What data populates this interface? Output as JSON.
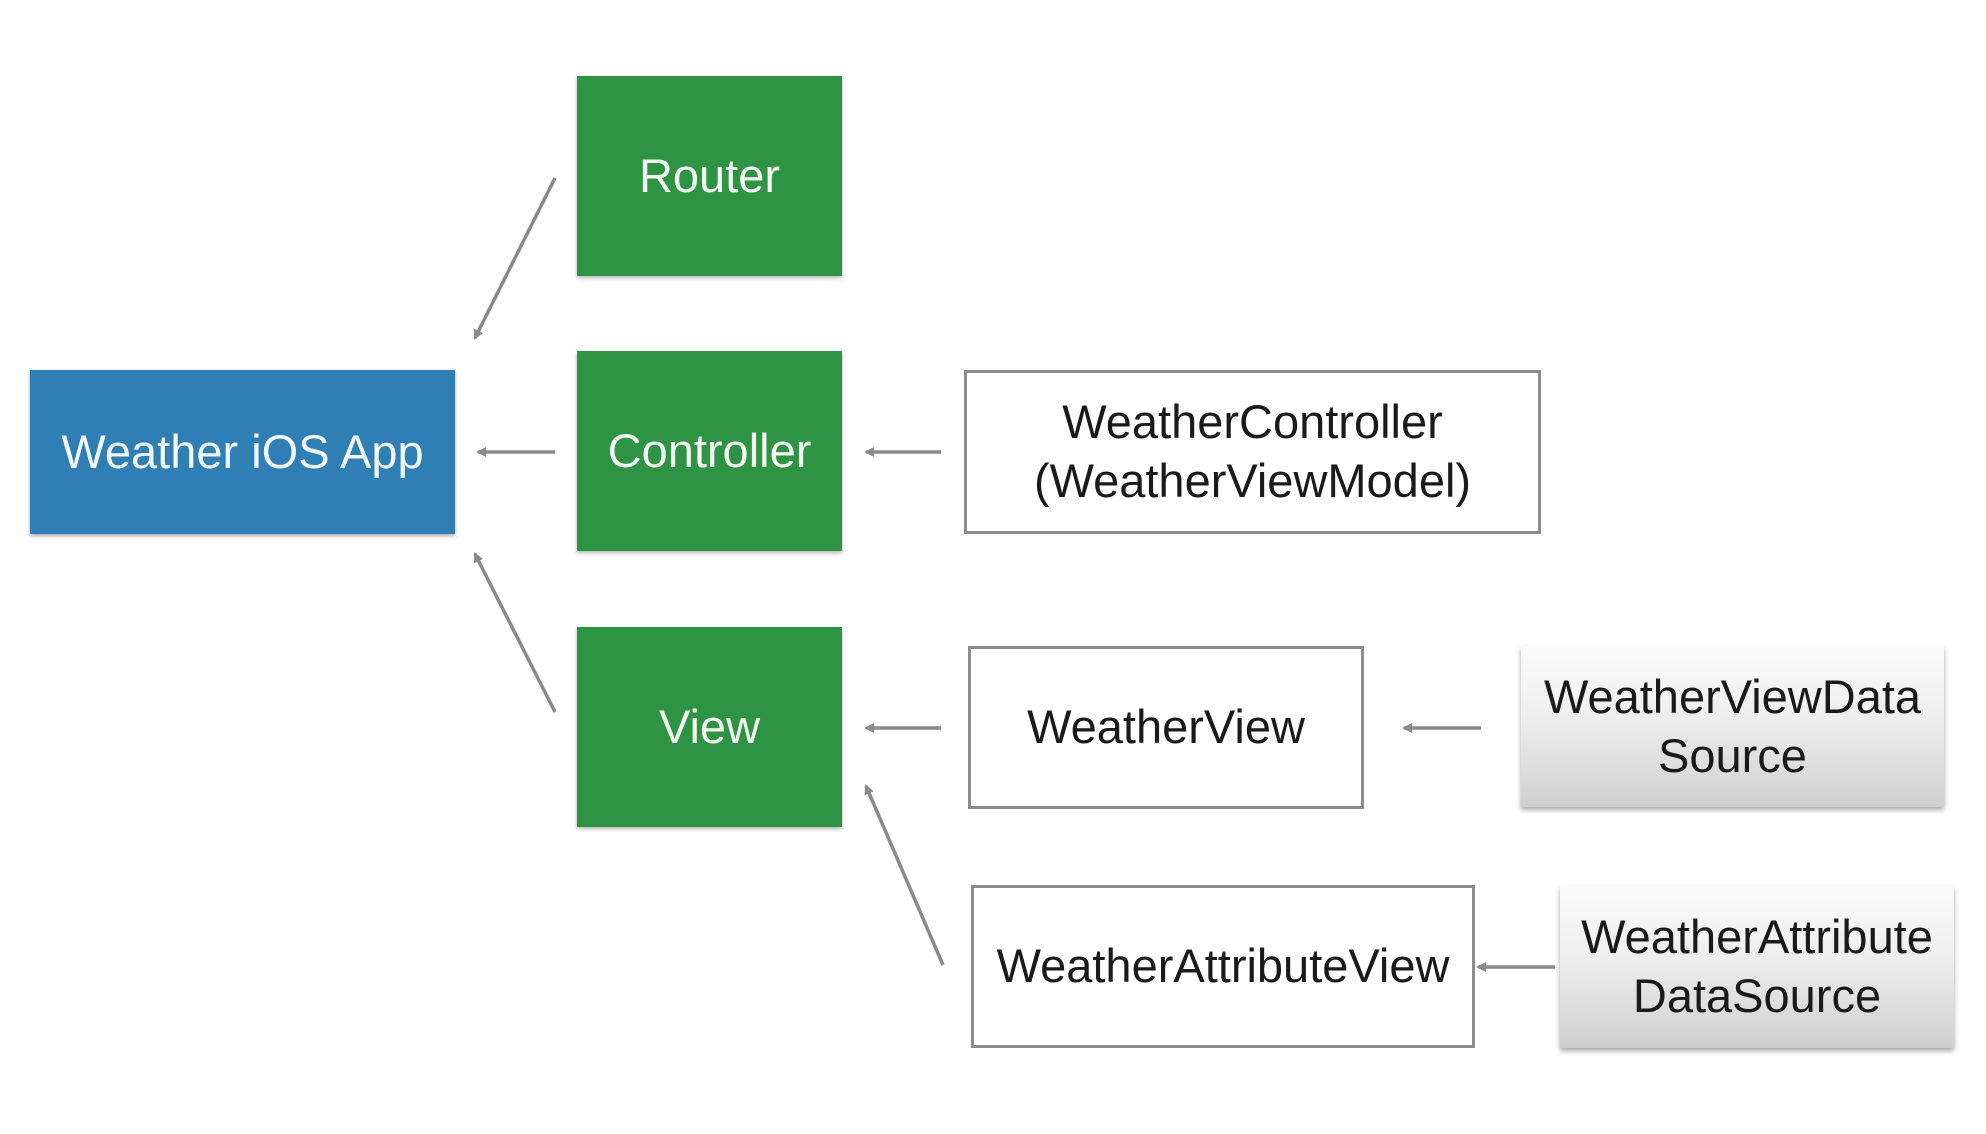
{
  "nodes": {
    "app": {
      "label": "Weather iOS App"
    },
    "router": {
      "label": "Router"
    },
    "controller": {
      "label": "Controller"
    },
    "view": {
      "label": "View"
    },
    "weather_controller": {
      "line1": "WeatherController",
      "line2": "(WeatherViewModel)"
    },
    "weather_view": {
      "label": "WeatherView"
    },
    "weather_attribute_view": {
      "label": "WeatherAttributeView"
    },
    "weather_view_datasource": {
      "line1": "WeatherViewData",
      "line2": "Source"
    },
    "weather_attribute_datasource": {
      "line1": "WeatherAttribute",
      "line2": "DataSource"
    }
  },
  "colors": {
    "app_fill": "#2f7fb4",
    "component_fill": "#2f9344",
    "arrow": "#8a8a8a",
    "outline_border": "#8c8c8c"
  },
  "edges": [
    {
      "from": "router",
      "to": "app"
    },
    {
      "from": "controller",
      "to": "app"
    },
    {
      "from": "view",
      "to": "app"
    },
    {
      "from": "weather_controller",
      "to": "controller"
    },
    {
      "from": "weather_view",
      "to": "view"
    },
    {
      "from": "weather_attribute_view",
      "to": "view"
    },
    {
      "from": "weather_view_datasource",
      "to": "weather_view"
    },
    {
      "from": "weather_attribute_datasource",
      "to": "weather_attribute_view"
    }
  ]
}
